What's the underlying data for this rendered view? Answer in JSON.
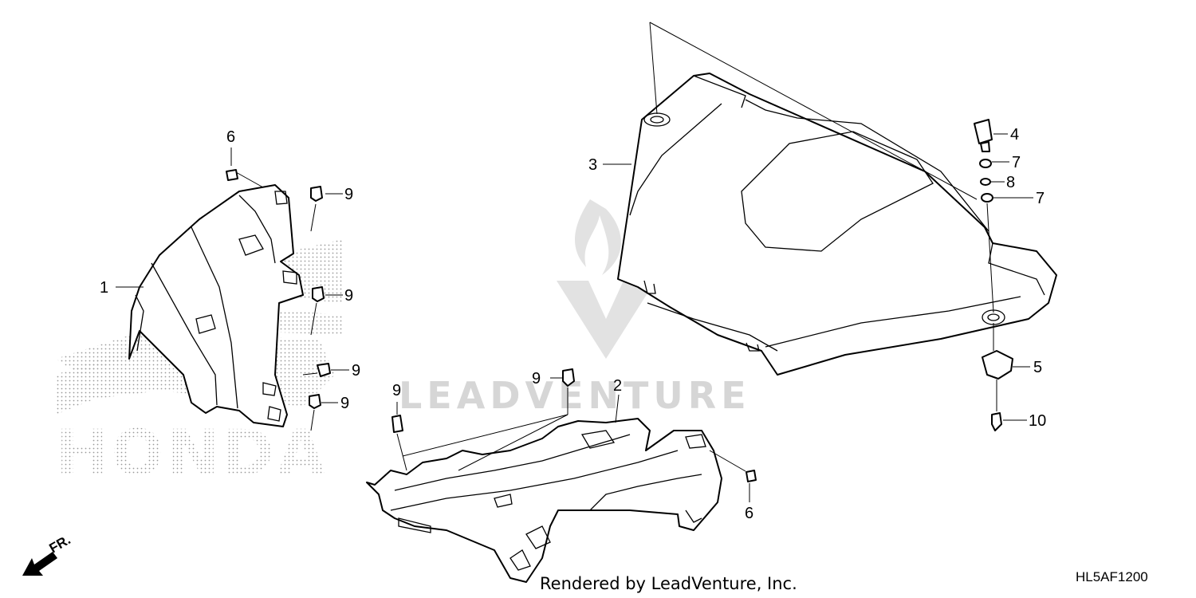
{
  "diagram": {
    "callouts": [
      {
        "id": "1"
      },
      {
        "id": "2"
      },
      {
        "id": "3"
      },
      {
        "id": "4"
      },
      {
        "id": "5"
      },
      {
        "id": "6a",
        "label": "6"
      },
      {
        "id": "6b",
        "label": "6"
      },
      {
        "id": "7a",
        "label": "7"
      },
      {
        "id": "7b",
        "label": "7"
      },
      {
        "id": "8"
      },
      {
        "id": "9a",
        "label": "9"
      },
      {
        "id": "9b",
        "label": "9"
      },
      {
        "id": "9c",
        "label": "9"
      },
      {
        "id": "9d",
        "label": "9"
      },
      {
        "id": "9e",
        "label": "9"
      },
      {
        "id": "9f",
        "label": "9"
      },
      {
        "id": "10"
      }
    ],
    "labels": {
      "c1": "1",
      "c2": "2",
      "c3": "3",
      "c4": "4",
      "c5": "5",
      "c6a": "6",
      "c6b": "6",
      "c7a": "7",
      "c7b": "7",
      "c8": "8",
      "c9a": "9",
      "c9b": "9",
      "c9c": "9",
      "c9d": "9",
      "c9e": "9",
      "c9f": "9",
      "c10": "10"
    },
    "front_arrow_label": "FR.",
    "background_brand": "HONDA",
    "watermark_text": "LEADVENTURE",
    "credit": "Rendered by LeadVenture, Inc.",
    "diagram_code": "HL5AF1200"
  }
}
